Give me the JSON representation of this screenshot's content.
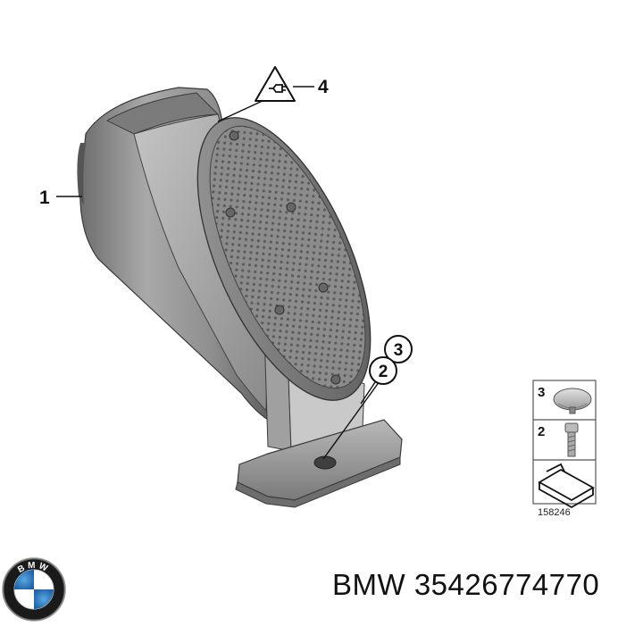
{
  "callouts": {
    "part1": "1",
    "part2": "2",
    "part3": "3",
    "part4": "4"
  },
  "legend": {
    "row1": "3",
    "row2": "2"
  },
  "diagram_ref": "158246",
  "caption": {
    "brand": "BMW",
    "part_number": "35426774770"
  },
  "logo": {
    "text": "BMW"
  },
  "icons": {
    "warning": "electrical-warning-icon",
    "logo": "bmw-roundel-logo"
  }
}
